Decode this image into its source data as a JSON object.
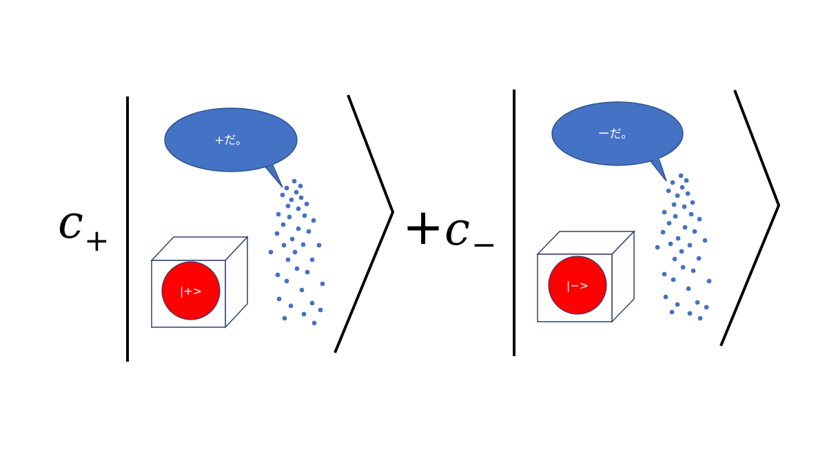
{
  "equation": {
    "coef_symbol": "c",
    "term1": {
      "subscript": "+",
      "bubble_text": "+だ。",
      "ball_label": "|+>"
    },
    "term2": {
      "subscript": "−",
      "bubble_text": "ーだ。",
      "ball_label": "|−>"
    },
    "plus_operator": "+"
  },
  "colors": {
    "bubble_fill": "#4472c4",
    "bubble_stroke": "#2f528f",
    "ball_fill": "#ff0000",
    "dots": "#4472c4",
    "bracket": "#000000"
  },
  "icons": [
    "speech-bubble-icon",
    "cube-box-icon",
    "particle-spray-icon"
  ]
}
